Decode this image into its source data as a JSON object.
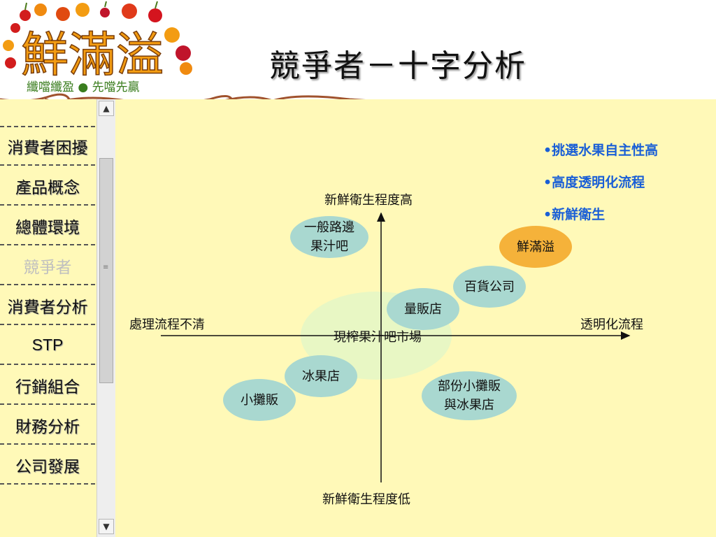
{
  "header": {
    "logo_text": "鮮滿溢",
    "slogan": "纖噹纖盈 ● 先噹先贏",
    "title": "競爭者－十字分析"
  },
  "sidebar": {
    "items": [
      {
        "label": "消費者困擾"
      },
      {
        "label": "產品概念"
      },
      {
        "label": "總體環境"
      },
      {
        "label": "競爭者",
        "active": true
      },
      {
        "label": "消費者分析"
      },
      {
        "label": "STP"
      },
      {
        "label": "行銷組合"
      },
      {
        "label": "財務分析"
      },
      {
        "label": "公司發展"
      }
    ]
  },
  "diagram": {
    "axes": {
      "y_top": "新鮮衛生程度高",
      "y_bottom": "新鮮衛生程度低",
      "x_left": "處理流程不清",
      "x_right": "透明化流程"
    },
    "center_label": "現榨果汁吧市場",
    "bubbles": [
      {
        "line1": "一般路邊",
        "line2": "果汁吧",
        "color": "#a9d8d0"
      },
      {
        "line1": "鮮滿溢",
        "line2": "",
        "color": "#f5b23a"
      },
      {
        "line1": "百貨公司",
        "line2": "",
        "color": "#a9d8d0"
      },
      {
        "line1": "量販店",
        "line2": "",
        "color": "#a9d8d0"
      },
      {
        "line1": "冰果店",
        "line2": "",
        "color": "#a9d8d0"
      },
      {
        "line1": "小攤販",
        "line2": "",
        "color": "#a9d8d0"
      },
      {
        "line1": "部份小攤販",
        "line2": "與冰果店",
        "color": "#a9d8d0"
      }
    ],
    "center_color": "#e8f7c4"
  },
  "bullets": [
    "•挑選水果自主性高",
    "•高度透明化流程",
    "•新鮮衛生"
  ],
  "scrollbar": {
    "up_icon": "chevron-up-icon",
    "down_icon": "chevron-down-icon"
  },
  "colors": {
    "panel": "#fff9b8",
    "accent": "#1a5fd6",
    "wave": "#a0522d"
  }
}
